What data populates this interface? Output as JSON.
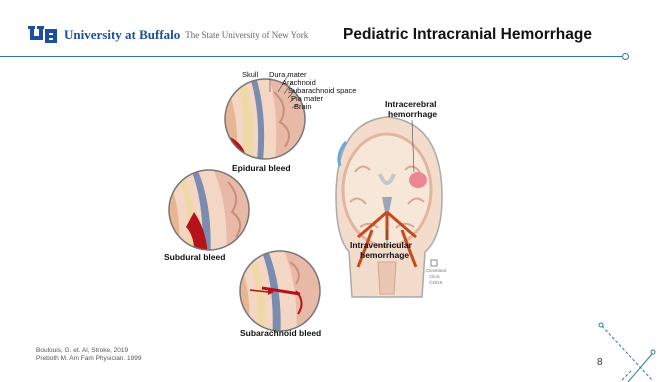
{
  "logo": {
    "name": "University at Buffalo",
    "subtitle": "The State University of New York"
  },
  "title": "Pediatric Intracranial Hemorrhage",
  "figure": {
    "layer_labels": [
      "Skull",
      "Dura mater",
      "Arachnoid",
      "Subarachnoid space",
      "Pia mater",
      "Brain"
    ],
    "bleed_labels": [
      "Epidural bleed",
      "Subdural bleed",
      "Subarachnoid bleed"
    ],
    "brain_labels": [
      "Intracerebral",
      "hemorrhage",
      "Intraventricular",
      "hemorrhage"
    ],
    "watermark": [
      "Cleveland",
      "Clinic",
      "©2019"
    ]
  },
  "references": [
    "Boulouis, G. et. Al, Stroke, 2019",
    "Preboth M. Am Fam Physician. 1999"
  ],
  "page_number": "8",
  "colors": {
    "brand": "#1b4fa0",
    "rule": "#2e78a8",
    "blood": "#c8102e"
  }
}
